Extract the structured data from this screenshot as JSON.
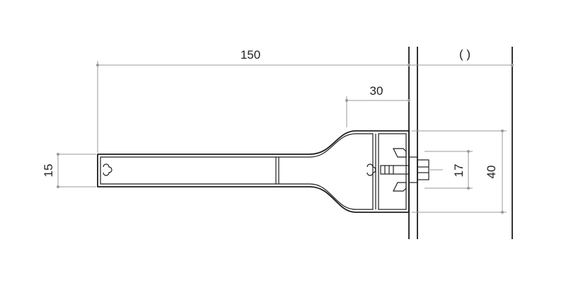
{
  "dimensions": {
    "overall_width": "150",
    "flange_depth": "30",
    "blade_thickness": "15",
    "bolt_spacing": "17",
    "bracket_height": "40",
    "wall_gap": "(   )"
  },
  "colors": {
    "line": "#1e1e1e",
    "dimension_line": "#9a9a9a",
    "text": "#222222"
  }
}
